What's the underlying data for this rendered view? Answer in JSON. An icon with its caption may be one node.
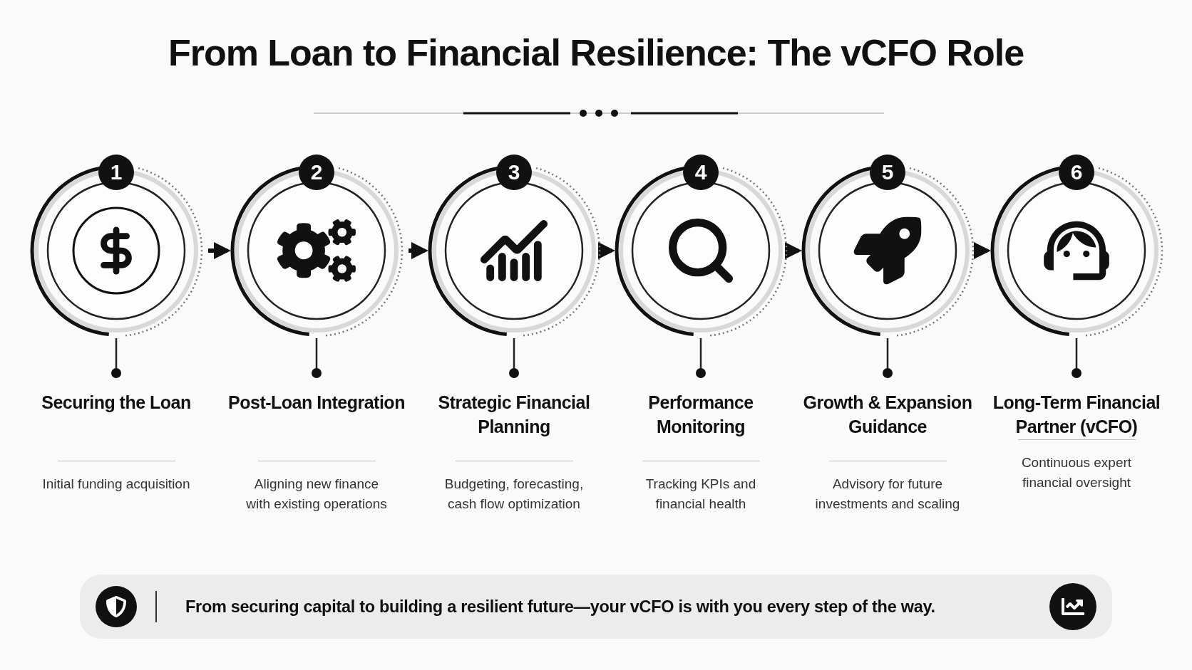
{
  "diagram": {
    "title": "From Loan to Financial Resilience: The vCFO Role",
    "nodes": [
      {
        "text": [
          "1",
          "Securing the Loan",
          "Initial funding acquisition"
        ]
      },
      {
        "text": [
          "2",
          "Post-Loan Integration",
          "Aligning new finance with existing operations"
        ]
      },
      {
        "text": [
          "3",
          "Strategic Financial Planning",
          "Budgeting, forecasting, cash flow optimization"
        ]
      },
      {
        "text": [
          "4",
          "Performance Monitoring",
          "Tracking KPIs and financial health"
        ]
      },
      {
        "text": [
          "5",
          "Growth & Expansion Guidance",
          "Advisory for future investments and scaling"
        ]
      },
      {
        "text": [
          "6",
          "Long-Term Financial Partner (vCFO)",
          "Continuous expert financial oversight"
        ]
      }
    ],
    "edges": [
      {
        "from": 0,
        "to": 1,
        "arrow": "to"
      },
      {
        "from": 1,
        "to": 2,
        "arrow": "to"
      },
      {
        "from": 2,
        "to": 3,
        "arrow": "to"
      },
      {
        "from": 3,
        "to": 4,
        "arrow": "to"
      },
      {
        "from": 4,
        "to": 5,
        "arrow": "to"
      }
    ],
    "labels": [
      "From securing capital to building a resilient future—your vCFO is with you every step of the way."
    ]
  }
}
